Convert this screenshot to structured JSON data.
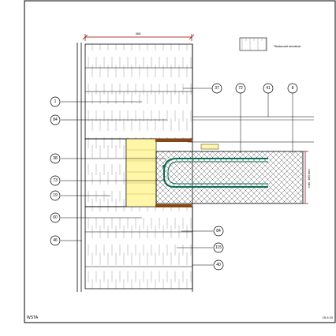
{
  "drawing": {
    "dimension_top": "365",
    "legend_text": "Tilsdannet stenblok",
    "dimension_slab": "min. 180 mm",
    "footer_left": "WSTA",
    "footer_right": "15.9.20",
    "callouts": {
      "c1": "1",
      "c84a": "84",
      "c37": "37",
      "c72": "72",
      "c41": "41",
      "c8": "8",
      "c38": "38",
      "c73": "73",
      "c19": "19",
      "c60": "60",
      "c46": "46",
      "c84b": "84",
      "c115": "115",
      "c40": "40"
    }
  }
}
